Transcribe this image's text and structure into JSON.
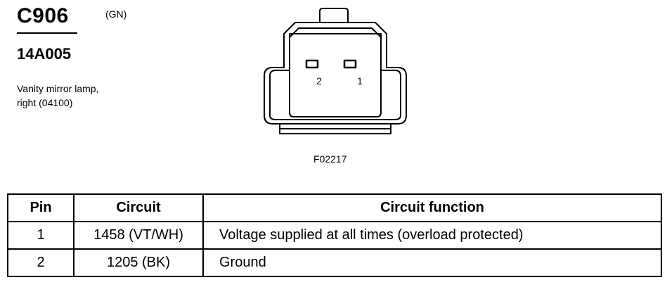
{
  "connector": {
    "id": "C906",
    "color_code": "(GN)",
    "part_number": "14A005",
    "description_line1": "Vanity mirror lamp,",
    "description_line2": "right (04100)"
  },
  "diagram": {
    "figure_id": "F02217",
    "pin_labels": [
      "2",
      "1"
    ]
  },
  "table": {
    "headers": [
      "Pin",
      "Circuit",
      "Circuit function"
    ],
    "rows": [
      {
        "pin": "1",
        "circuit": "1458 (VT/WH)",
        "function": "Voltage supplied at all times (overload protected)"
      },
      {
        "pin": "2",
        "circuit": "1205 (BK)",
        "function": "Ground"
      }
    ]
  }
}
